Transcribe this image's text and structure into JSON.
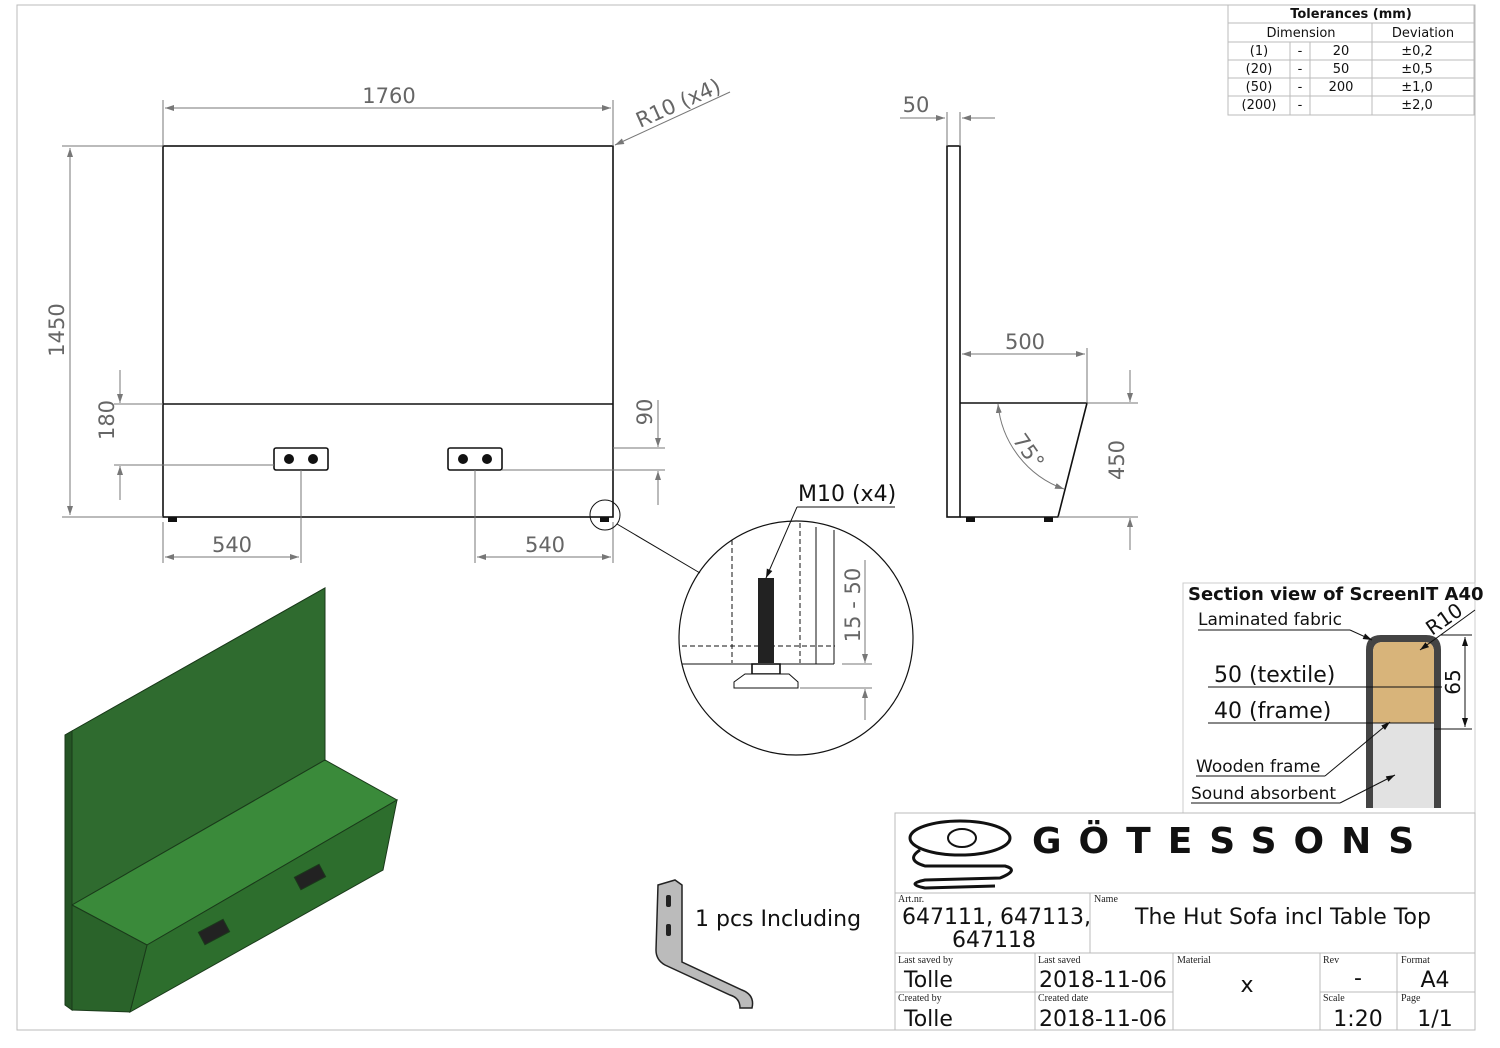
{
  "tolerances": {
    "title": "Tolerances (mm)",
    "col_dimension": "Dimension",
    "col_deviation": "Deviation",
    "rows": [
      {
        "from": "(1)",
        "dash": "-",
        "to": "20",
        "dev": "±0,2"
      },
      {
        "from": "(20)",
        "dash": "-",
        "to": "50",
        "dev": "±0,5"
      },
      {
        "from": "(50)",
        "dash": "-",
        "to": "200",
        "dev": "±1,0"
      },
      {
        "from": "(200)",
        "dash": "-",
        "to": "",
        "dev": "±2,0"
      }
    ]
  },
  "front_view": {
    "width": "1760",
    "height": "1450",
    "radius": "R10 (x4)",
    "lower": "180",
    "outlet_h": "90",
    "left_offset": "540",
    "right_offset": "540"
  },
  "side_view": {
    "thickness": "50",
    "depth": "500",
    "seat_h": "450",
    "angle": "75°"
  },
  "detail": {
    "thread": "M10 (x4)",
    "adjust": "15 - 50"
  },
  "section": {
    "title": "Section view of ScreenIT A40",
    "laminated": "Laminated fabric",
    "radius": "R10",
    "textile": "50 (textile)",
    "frame": "40 (frame)",
    "height": "65",
    "wooden": "Wooden frame",
    "sound": "Sound absorbent"
  },
  "bracket": {
    "label": "1 pcs Including"
  },
  "title_block": {
    "brand": "GÖTESSONS",
    "art_label": "Art.nr.",
    "art_line1": "647111, 647113,",
    "art_line2": "647118",
    "name_label": "Name",
    "name": "The Hut Sofa incl Table Top",
    "last_saved_by_label": "Last saved by",
    "last_saved_by": "Tolle",
    "last_saved_label": "Last saved",
    "last_saved": "2018-11-06",
    "material_label": "Material",
    "material": "x",
    "rev_label": "Rev",
    "rev": "-",
    "format_label": "Format",
    "format": "A4",
    "created_by_label": "Created by",
    "created_by": "Tolle",
    "created_date_label": "Created date",
    "created_date": "2018-11-06",
    "scale_label": "Scale",
    "scale": "1:20",
    "page_label": "Page",
    "page": "1/1"
  },
  "colors": {
    "panel_green": "#2f6b2f",
    "seat_green": "#3a8a3a",
    "wood": "#d8b47a",
    "absorbent": "#e2e2e2"
  }
}
